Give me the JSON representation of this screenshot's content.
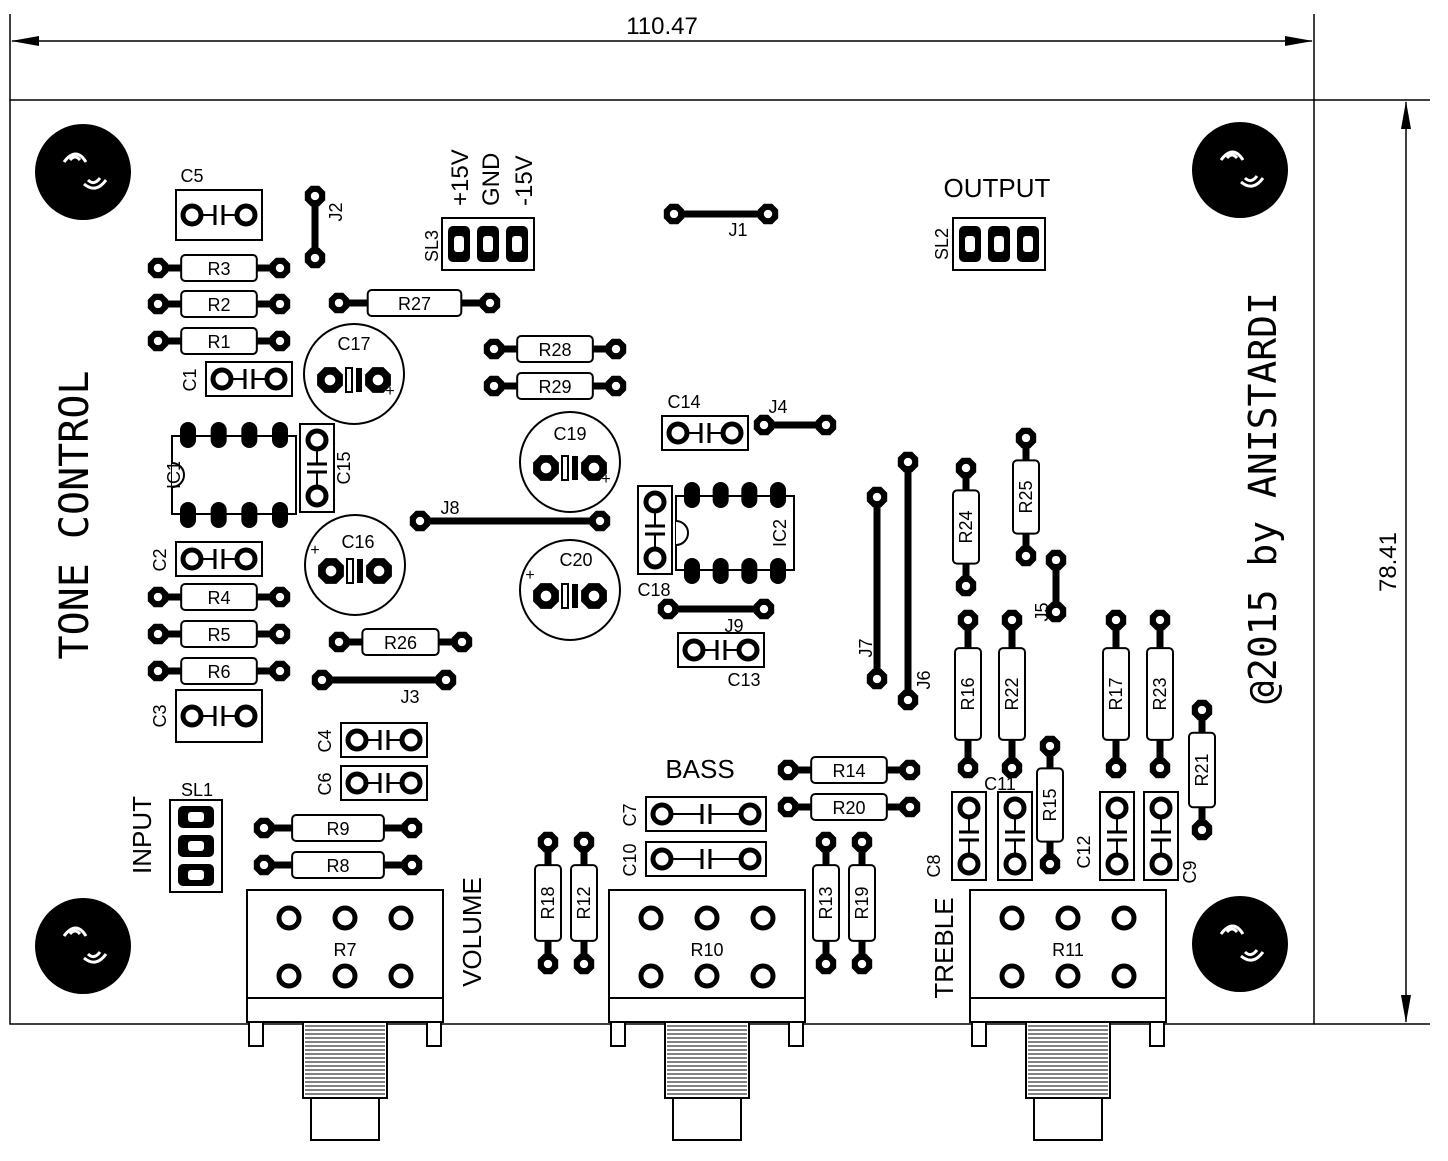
{
  "dimensions": {
    "width_label": "110.47",
    "height_label": "78.41"
  },
  "board": {
    "title": "TONE CONTROL",
    "copyright": "@2015 by ANISTARDI",
    "labels": {
      "output": "OUTPUT",
      "input": "INPUT",
      "bass": "BASS",
      "volume": "VOLUME",
      "treble": "TREBLE"
    },
    "power_labels": [
      "+15V",
      "GND",
      "-15V"
    ]
  },
  "resistors": [
    {
      "ref": "R3"
    },
    {
      "ref": "R2"
    },
    {
      "ref": "R1"
    },
    {
      "ref": "R4"
    },
    {
      "ref": "R5"
    },
    {
      "ref": "R6"
    },
    {
      "ref": "R27"
    },
    {
      "ref": "R28"
    },
    {
      "ref": "R29"
    },
    {
      "ref": "R26"
    },
    {
      "ref": "R9"
    },
    {
      "ref": "R8"
    },
    {
      "ref": "R14"
    },
    {
      "ref": "R20"
    },
    {
      "ref": "R18"
    },
    {
      "ref": "R12"
    },
    {
      "ref": "R13"
    },
    {
      "ref": "R19"
    },
    {
      "ref": "R24"
    },
    {
      "ref": "R25"
    },
    {
      "ref": "R16"
    },
    {
      "ref": "R22"
    },
    {
      "ref": "R17"
    },
    {
      "ref": "R23"
    },
    {
      "ref": "R21"
    },
    {
      "ref": "R15"
    }
  ],
  "capacitors": [
    {
      "ref": "C5"
    },
    {
      "ref": "C1"
    },
    {
      "ref": "C2"
    },
    {
      "ref": "C3"
    },
    {
      "ref": "C4"
    },
    {
      "ref": "C6"
    },
    {
      "ref": "C14"
    },
    {
      "ref": "C13"
    },
    {
      "ref": "C7"
    },
    {
      "ref": "C10"
    },
    {
      "ref": "C15"
    },
    {
      "ref": "C18"
    },
    {
      "ref": "C8"
    },
    {
      "ref": "C11"
    },
    {
      "ref": "C12"
    },
    {
      "ref": "C9"
    }
  ],
  "electrolytics": [
    {
      "ref": "C17"
    },
    {
      "ref": "C16"
    },
    {
      "ref": "C19"
    },
    {
      "ref": "C20"
    }
  ],
  "ics": [
    {
      "ref": "IC1"
    },
    {
      "ref": "IC2"
    }
  ],
  "jumpers": [
    {
      "ref": "J1"
    },
    {
      "ref": "J2"
    },
    {
      "ref": "J3"
    },
    {
      "ref": "J4"
    },
    {
      "ref": "J5"
    },
    {
      "ref": "J6"
    },
    {
      "ref": "J7"
    },
    {
      "ref": "J8"
    },
    {
      "ref": "J9"
    }
  ],
  "connectors": [
    {
      "ref": "SL1"
    },
    {
      "ref": "SL2"
    },
    {
      "ref": "SL3"
    }
  ],
  "potentiometers": [
    {
      "ref": "R7"
    },
    {
      "ref": "R10"
    },
    {
      "ref": "R11"
    }
  ]
}
